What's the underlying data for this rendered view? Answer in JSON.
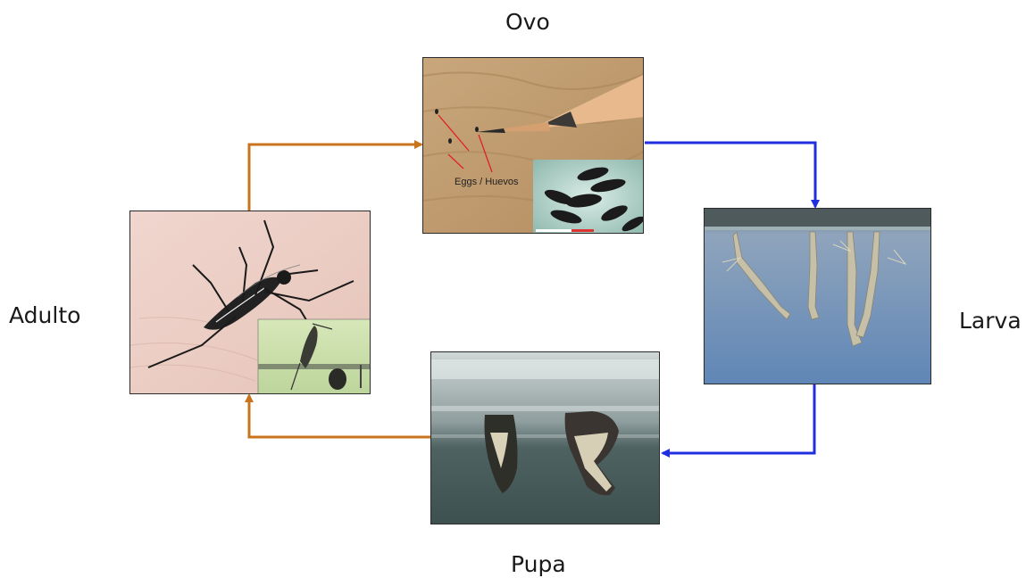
{
  "stages": {
    "egg": {
      "label": "Ovo",
      "annotation": "Eggs / Huevos"
    },
    "larva": {
      "label": "Larva"
    },
    "pupa": {
      "label": "Pupa"
    },
    "adult": {
      "label": "Adulto"
    }
  },
  "colors": {
    "arrow_orange": "#c8741c",
    "arrow_blue": "#1f2fe0"
  }
}
